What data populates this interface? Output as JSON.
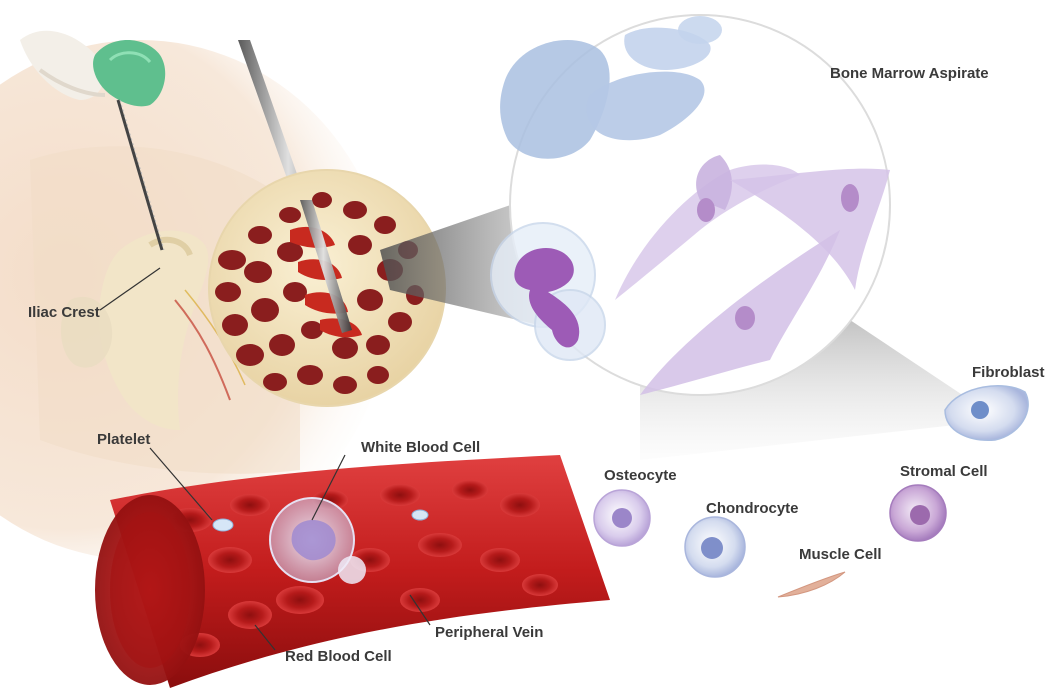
{
  "labels": {
    "bone_marrow_aspirate": "Bone Marrow Aspirate",
    "iliac_crest": "Iliac Crest",
    "platelet": "Platelet",
    "white_blood_cell": "White Blood Cell",
    "fibroblast": "Fibroblast",
    "osteocyte": "Osteocyte",
    "stromal_cell": "Stromal Cell",
    "chondrocyte": "Chondrocyte",
    "muscle_cell": "Muscle Cell",
    "peripheral_vein": "Peripheral Vein",
    "red_blood_cell": "Red Blood Cell"
  },
  "colors": {
    "label_text": "#3a3a3a",
    "blood_red": "#b01818",
    "marrow_red": "#8a1e1e",
    "stem_cell_purple": "#c9b3df",
    "aspirate_blue": "#a9bfe0",
    "syringe_green": "#5fbf8e"
  },
  "icons": {
    "syringe": "syringe-icon",
    "needle": "needle-icon"
  }
}
